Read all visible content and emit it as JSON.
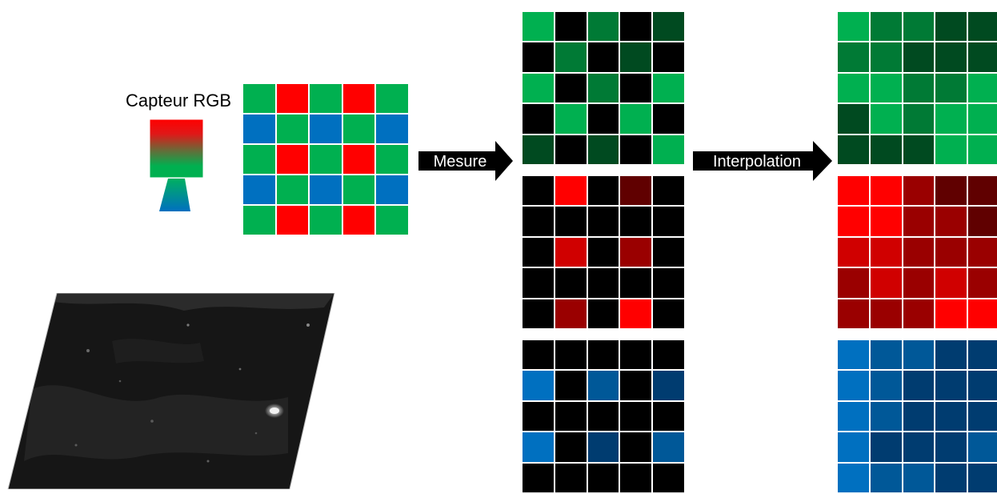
{
  "sensor": {
    "label": "Capteur RGB"
  },
  "arrows": {
    "measure_label": "Mesure",
    "interpolation_label": "Interpolation"
  },
  "palette": {
    "G": "#00b050",
    "R": "#ff0000",
    "B": "#0070c0",
    "K": "#000000",
    "G1": "#007a35",
    "G2": "#004a20",
    "R1": "#d00000",
    "R2": "#9a0000",
    "R3": "#600000",
    "B1": "#005898",
    "B2": "#003c70"
  },
  "bayer_pattern": [
    [
      "G",
      "R",
      "G",
      "R",
      "G"
    ],
    [
      "B",
      "G",
      "B",
      "G",
      "B"
    ],
    [
      "G",
      "R",
      "G",
      "R",
      "G"
    ],
    [
      "B",
      "G",
      "B",
      "G",
      "B"
    ],
    [
      "G",
      "R",
      "G",
      "R",
      "G"
    ]
  ],
  "measured": {
    "green": [
      [
        "G",
        "K",
        "G1",
        "K",
        "G2"
      ],
      [
        "K",
        "G1",
        "K",
        "G2",
        "K"
      ],
      [
        "G",
        "K",
        "G1",
        "K",
        "G"
      ],
      [
        "K",
        "G",
        "K",
        "G",
        "K"
      ],
      [
        "G2",
        "K",
        "G2",
        "K",
        "G"
      ]
    ],
    "red": [
      [
        "K",
        "R",
        "K",
        "R3",
        "K"
      ],
      [
        "K",
        "K",
        "K",
        "K",
        "K"
      ],
      [
        "K",
        "R1",
        "K",
        "R2",
        "K"
      ],
      [
        "K",
        "K",
        "K",
        "K",
        "K"
      ],
      [
        "K",
        "R2",
        "K",
        "R",
        "K"
      ]
    ],
    "blue": [
      [
        "K",
        "K",
        "K",
        "K",
        "K"
      ],
      [
        "B",
        "K",
        "B1",
        "K",
        "B2"
      ],
      [
        "K",
        "K",
        "K",
        "K",
        "K"
      ],
      [
        "B",
        "K",
        "B2",
        "K",
        "B1"
      ],
      [
        "K",
        "K",
        "K",
        "K",
        "K"
      ]
    ]
  },
  "interpolated": {
    "green": [
      [
        "G",
        "G1",
        "G1",
        "G2",
        "G2"
      ],
      [
        "G1",
        "G1",
        "G2",
        "G2",
        "G2"
      ],
      [
        "G",
        "G",
        "G1",
        "G1",
        "G"
      ],
      [
        "G2",
        "G",
        "G1",
        "G",
        "G"
      ],
      [
        "G2",
        "G2",
        "G2",
        "G",
        "G"
      ]
    ],
    "red": [
      [
        "R",
        "R",
        "R2",
        "R3",
        "R3"
      ],
      [
        "R",
        "R",
        "R2",
        "R2",
        "R3"
      ],
      [
        "R1",
        "R1",
        "R2",
        "R2",
        "R2"
      ],
      [
        "R2",
        "R1",
        "R2",
        "R1",
        "R2"
      ],
      [
        "R2",
        "R2",
        "R2",
        "R",
        "R"
      ]
    ],
    "blue": [
      [
        "B",
        "B1",
        "B1",
        "B2",
        "B2"
      ],
      [
        "B",
        "B1",
        "B2",
        "B2",
        "B2"
      ],
      [
        "B",
        "B1",
        "B2",
        "B2",
        "B2"
      ],
      [
        "B",
        "B2",
        "B2",
        "B2",
        "B1"
      ],
      [
        "B",
        "B1",
        "B1",
        "B2",
        "B2"
      ]
    ]
  }
}
